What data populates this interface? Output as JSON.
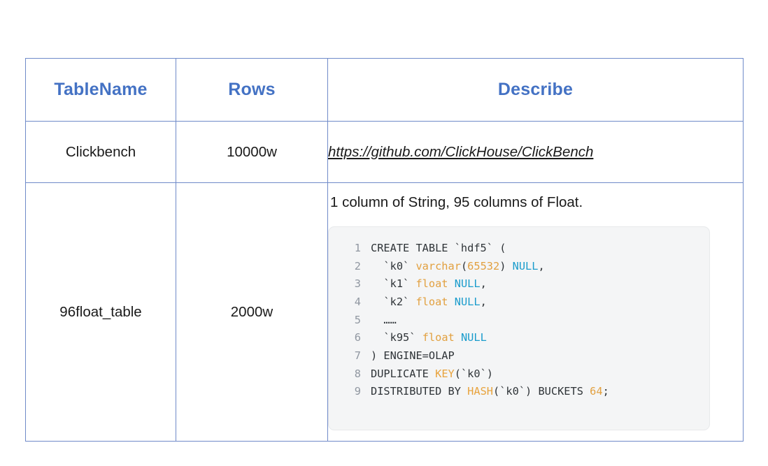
{
  "table": {
    "columns": [
      {
        "label": "TableName",
        "name": "tablename"
      },
      {
        "label": "Rows",
        "name": "rows"
      },
      {
        "label": "Describe",
        "name": "describe"
      }
    ],
    "header_color": "#4472c4",
    "border_color": "#6f8ac9",
    "rows": [
      {
        "tablename": "Clickbench",
        "rows": "10000w",
        "describe_url": "https://github.com/ClickHouse/ClickBench"
      },
      {
        "tablename": "96float_table",
        "rows": "2000w",
        "describe_note": "1 column of String, 95 columns of Float."
      }
    ]
  },
  "code_block": {
    "language": "sql",
    "background": "#f4f5f6",
    "colors": {
      "plain": "#2f3438",
      "line_number": "#9097a1",
      "type": "#e2a03f",
      "null": "#1a9ccc",
      "number": "#e2a03f",
      "keyword": "#e8a33d"
    },
    "lines": [
      {
        "number": "1",
        "tokens": [
          {
            "t": "CREATE TABLE `hdf5` (",
            "c": "plain"
          }
        ]
      },
      {
        "number": "2",
        "tokens": [
          {
            "t": "  `k0` ",
            "c": "plain"
          },
          {
            "t": "varchar",
            "c": "type"
          },
          {
            "t": "(",
            "c": "plain"
          },
          {
            "t": "65532",
            "c": "number"
          },
          {
            "t": ") ",
            "c": "plain"
          },
          {
            "t": "NULL",
            "c": "null"
          },
          {
            "t": ",",
            "c": "plain"
          }
        ]
      },
      {
        "number": "3",
        "tokens": [
          {
            "t": "  `k1` ",
            "c": "plain"
          },
          {
            "t": "float",
            "c": "type"
          },
          {
            "t": " ",
            "c": "plain"
          },
          {
            "t": "NULL",
            "c": "null"
          },
          {
            "t": ",",
            "c": "plain"
          }
        ]
      },
      {
        "number": "4",
        "tokens": [
          {
            "t": "  `k2` ",
            "c": "plain"
          },
          {
            "t": "float",
            "c": "type"
          },
          {
            "t": " ",
            "c": "plain"
          },
          {
            "t": "NULL",
            "c": "null"
          },
          {
            "t": ",",
            "c": "plain"
          }
        ]
      },
      {
        "number": "5",
        "tokens": [
          {
            "t": "  ……",
            "c": "plain"
          }
        ]
      },
      {
        "number": "6",
        "tokens": [
          {
            "t": "  `k95` ",
            "c": "plain"
          },
          {
            "t": "float",
            "c": "type"
          },
          {
            "t": " ",
            "c": "plain"
          },
          {
            "t": "NULL",
            "c": "null"
          }
        ]
      },
      {
        "number": "7",
        "tokens": [
          {
            "t": ") ENGINE=OLAP",
            "c": "plain"
          }
        ]
      },
      {
        "number": "8",
        "tokens": [
          {
            "t": "DUPLICATE ",
            "c": "plain"
          },
          {
            "t": "KEY",
            "c": "keyword"
          },
          {
            "t": "(`k0`)",
            "c": "plain"
          }
        ]
      },
      {
        "number": "9",
        "tokens": [
          {
            "t": "DISTRIBUTED BY ",
            "c": "plain"
          },
          {
            "t": "HASH",
            "c": "keyword"
          },
          {
            "t": "(`k0`) BUCKETS ",
            "c": "plain"
          },
          {
            "t": "64",
            "c": "number"
          },
          {
            "t": ";",
            "c": "plain"
          }
        ]
      }
    ]
  }
}
